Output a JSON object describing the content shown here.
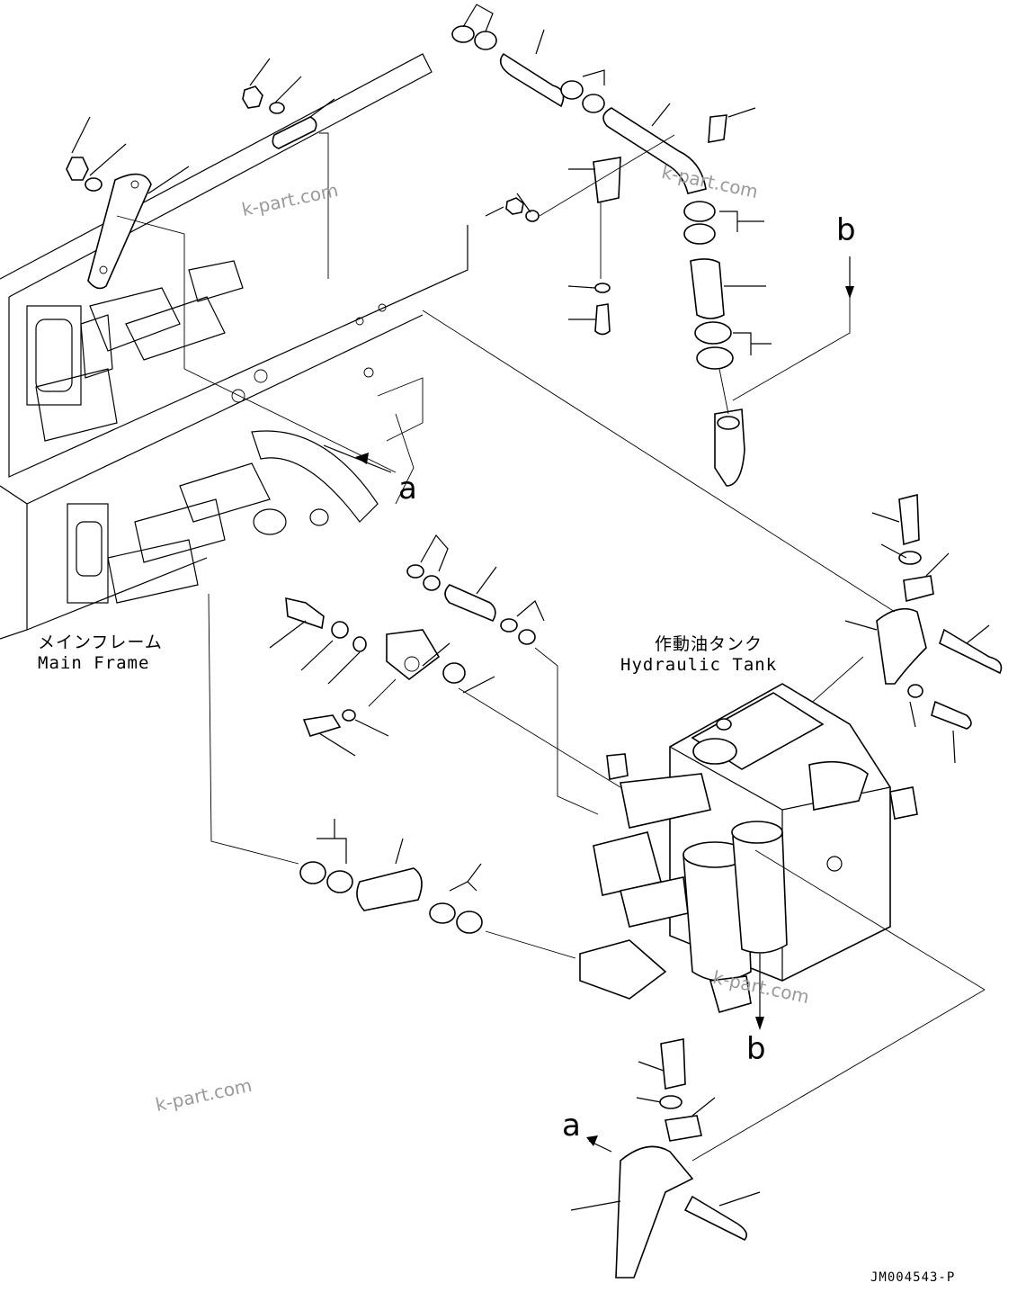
{
  "labels": {
    "main_frame_jp": "メインフレーム",
    "main_frame_en": "Main Frame",
    "tank_jp": "作動油タンク",
    "tank_en": "Hydraulic Tank",
    "ref_a": "a",
    "ref_b": "b"
  },
  "watermark": "k-part.com",
  "drawing_code": "JM004543-P"
}
